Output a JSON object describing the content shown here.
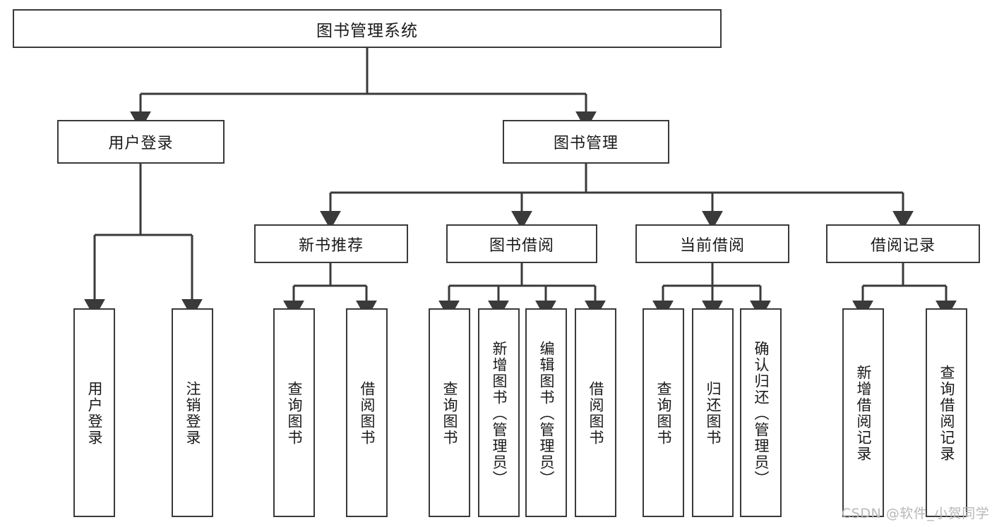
{
  "diagram": {
    "title": "图书管理系统",
    "type": "tree-hierarchy-flowchart",
    "root": {
      "label": "图书管理系统"
    },
    "level2": [
      {
        "label": "用户登录"
      },
      {
        "label": "图书管理"
      }
    ],
    "level3": [
      {
        "label": "新书推荐"
      },
      {
        "label": "图书借阅"
      },
      {
        "label": "当前借阅"
      },
      {
        "label": "借阅记录"
      }
    ],
    "leaves": {
      "user_login": [
        {
          "label": "用户登录"
        },
        {
          "label": "注销登录"
        }
      ],
      "new_book_recommend": [
        {
          "label": "查询图书"
        },
        {
          "label": "借阅图书"
        }
      ],
      "book_borrow": [
        {
          "label": "查询图书"
        },
        {
          "label": "新增图书（管理员）"
        },
        {
          "label": "编辑图书（管理员）"
        },
        {
          "label": "借阅图书"
        }
      ],
      "current_borrow": [
        {
          "label": "查询图书"
        },
        {
          "label": "归还图书"
        },
        {
          "label": "确认归还（管理员）"
        }
      ],
      "borrow_record": [
        {
          "label": "新增借阅记录"
        },
        {
          "label": "查询借阅记录"
        }
      ]
    }
  },
  "watermark": {
    "text": "CSDN @软件_小贺同学"
  },
  "colors": {
    "stroke": "#3a3a3a",
    "box_fill": "#ffffff",
    "text": "#1a1a1a",
    "watermark": "#b8b8b8",
    "background": "#ffffff"
  }
}
